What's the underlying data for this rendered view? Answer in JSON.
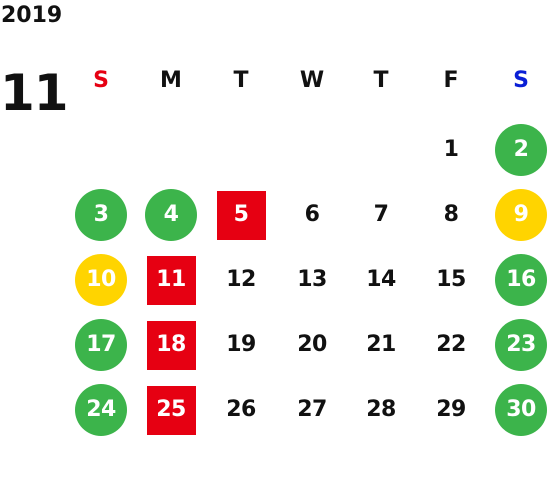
{
  "calendar": {
    "year": "2019",
    "month": "11",
    "weekdays": [
      {
        "label": "S",
        "color": "#e60012"
      },
      {
        "label": "M",
        "color": "#111111"
      },
      {
        "label": "T",
        "color": "#111111"
      },
      {
        "label": "W",
        "color": "#111111"
      },
      {
        "label": "T",
        "color": "#111111"
      },
      {
        "label": "F",
        "color": "#111111"
      },
      {
        "label": "S",
        "color": "#0a1fd6"
      }
    ],
    "colors": {
      "green": "#3cb44b",
      "yellow": "#ffd400",
      "red": "#e60012",
      "text": "#111111"
    },
    "weeks": [
      [
        null,
        null,
        null,
        null,
        null,
        {
          "day": "1",
          "style": "plain"
        },
        {
          "day": "2",
          "style": "green-circle"
        }
      ],
      [
        {
          "day": "3",
          "style": "green-circle"
        },
        {
          "day": "4",
          "style": "green-circle"
        },
        {
          "day": "5",
          "style": "red-square"
        },
        {
          "day": "6",
          "style": "plain"
        },
        {
          "day": "7",
          "style": "plain"
        },
        {
          "day": "8",
          "style": "plain"
        },
        {
          "day": "9",
          "style": "yellow-circle"
        }
      ],
      [
        {
          "day": "10",
          "style": "yellow-circle"
        },
        {
          "day": "11",
          "style": "red-square"
        },
        {
          "day": "12",
          "style": "plain"
        },
        {
          "day": "13",
          "style": "plain"
        },
        {
          "day": "14",
          "style": "plain"
        },
        {
          "day": "15",
          "style": "plain"
        },
        {
          "day": "16",
          "style": "green-circle"
        }
      ],
      [
        {
          "day": "17",
          "style": "green-circle"
        },
        {
          "day": "18",
          "style": "red-square"
        },
        {
          "day": "19",
          "style": "plain"
        },
        {
          "day": "20",
          "style": "plain"
        },
        {
          "day": "21",
          "style": "plain"
        },
        {
          "day": "22",
          "style": "plain"
        },
        {
          "day": "23",
          "style": "green-circle"
        }
      ],
      [
        {
          "day": "24",
          "style": "green-circle"
        },
        {
          "day": "25",
          "style": "red-square"
        },
        {
          "day": "26",
          "style": "plain"
        },
        {
          "day": "27",
          "style": "plain"
        },
        {
          "day": "28",
          "style": "plain"
        },
        {
          "day": "29",
          "style": "plain"
        },
        {
          "day": "30",
          "style": "green-circle"
        }
      ]
    ]
  }
}
